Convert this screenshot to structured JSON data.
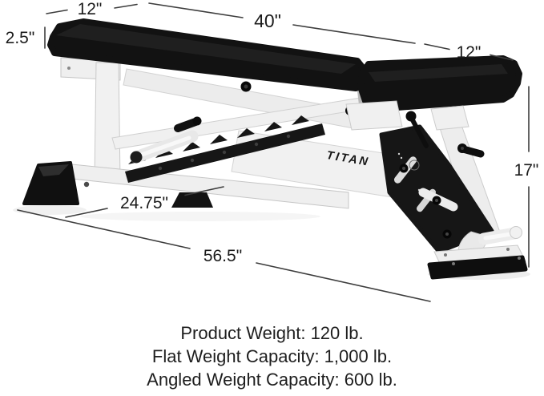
{
  "brand": {
    "logo": "TITAN"
  },
  "annotations": {
    "pad_width": "12\"",
    "pad_thickness": "2.5\"",
    "back_pad_length": "40\"",
    "seat_pad_length": "12\"",
    "height": "17\"",
    "rear_base_length": "24.75\"",
    "overall_length": "56.5\""
  },
  "specs": {
    "lines": [
      {
        "text": "Product Weight: 120 lb."
      },
      {
        "text": "Flat Weight Capacity: 1,000 lb."
      },
      {
        "text": "Angled Weight Capacity: 600 lb."
      }
    ]
  },
  "colors": {
    "pad_black": "#121212",
    "frame_white": "#f1f1f1",
    "accent_black": "#161616",
    "annotation_line": "#3d3d3d",
    "text": "#1e1e1e"
  }
}
